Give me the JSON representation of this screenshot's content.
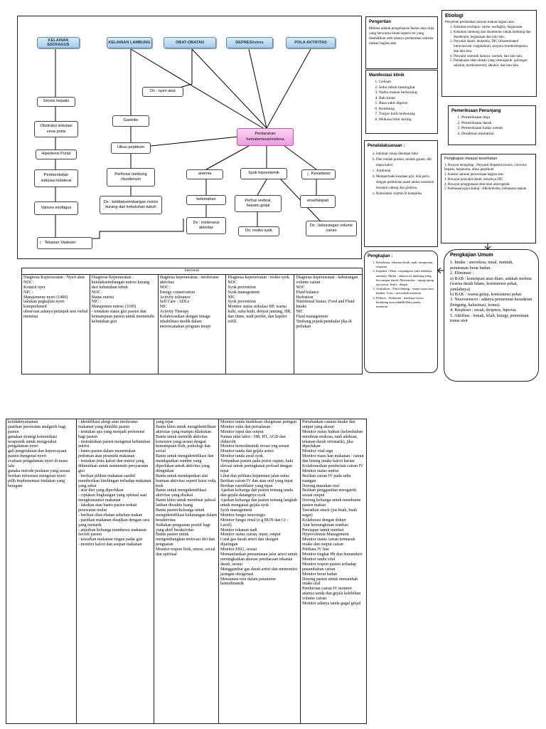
{
  "causes": [
    "KELAINAN ESOFAGUS",
    "KELAINAN LAMBUNG",
    "OBAT-OBATAN",
    "DEPRESI/stres",
    "POLA AKTIFITAS"
  ],
  "nodes": {
    "sirosis": "Sirosis hepatis",
    "obstruksi": "Obstruksi sirkulasi vena porta",
    "hipertensi": "Hipertensi Portal",
    "pembentukan": "Pembentukan sirkulasi kolateral",
    "varises": "Varises esofagus",
    "tekanan": "Tekanan Vaskuler",
    "dx_nyeri": "Dx : nyeri akut",
    "gastritis": "Gastritis",
    "ulkus": "Ulkus peptikum",
    "perforasi": "Perforasi lambung /duodenum",
    "dx_nutrisi": "Dx : ketidakseimbangan nutrisi kurang dari kebutuhan tubuh",
    "perdarahan": "Perdarahan hematemesis/melena",
    "anemia": "anemia",
    "syok": "Syok hipovelemik",
    "kesadaran": "Kesadaran",
    "kelemahan": "kelemahan",
    "perfusi": "Perfusi srebral, hepatic,ginjal",
    "ensefalopati": "ensefalopati",
    "dx_intoleransi": "Dx : intoleransi aktivitas",
    "dx_syok": "Dx; resiko syok",
    "dx_cairan": "Dx ; kekurangan volume cairan"
  },
  "pengertian": {
    "title": "Pengertian",
    "text": "Melena adalah pengeluaran faeses atau tinja yang berwarna hitam seperti ter yang disebabkan oleh adanya perdarahan saluran makan bagian atas"
  },
  "etiologi": {
    "title": "Etiologi",
    "intro": "Penyebab perdarahan saluran makan bagian atas :",
    "items": [
      "Kelainan esofagus: varise, esofagitis, keganasan.",
      "Kelainan lambung dan duodenum: tukak lambung dan duodenum, keganasan dan lain-lain.",
      "Penyakit darah: leukemia, DIC (disseminated intravascular coagulation), purpura trombositopenia dan lain-lain.",
      "Penyakit sistemik lainnya: uremik, dan lain-lain.",
      "Pemakaian obat-obatan yang ulserogenik: golongan salisilat, kortikosteroid, alkohol, dan lain-lain."
    ]
  },
  "manifestasi": {
    "title": "Manifestasi klinik",
    "items": [
      "Gelisah",
      "Suhu tubuh meningkat",
      "Nafsu makan berkurang",
      "Bab hitam",
      "Rasa sakit diperut",
      "Kembung",
      "Turgor kulit berkurang",
      "Mukosa bibir kering"
    ]
  },
  "penunjang": {
    "title": "Pemeriksaan Penunjang",
    "items": [
      "Pemeriksaan tinja",
      "Pemeriksaan darah",
      "Pemeriksaan kadar ureum",
      "Duodenal intubation"
    ]
  },
  "penatalaksanaan": {
    "title": "Penatalaksanaan :",
    "items": [
      "Istirahat cukup ditempat tidur",
      "Diet rendah protein, rendah garam, diit tanpa kalori",
      "Antibiotik",
      "Memperbaiki keadaan gizi, bila perlu dengan pemberian asam amino essensial berantai cabang dan glukosa.",
      "Roborantia vitamin B kompleks"
    ]
  },
  "riwayat": {
    "title": "Pengkajian riwayat kesehatan",
    "items": [
      "1. Rwayat mengidap : Penyakit Hepatitis kronis, cirrochis hepatis, hepatoma, ulkus peptikum",
      "2. Kanker saluran pencernaan bagian atas",
      "3. Riwayat penyakit darah, misalnya DIC",
      "4. Riwayat penggunaan obat-obat ulserogenik",
      "5. Kebiasaan/gaya hidup : Alkoholisme, kebiasaan makan"
    ]
  },
  "pengkajian": {
    "title": "Pengkajian :",
    "items": [
      "Kesadaran, tekanan darah, nadi, temperatur, respirasi",
      "Inspeksi : Mata: conjungtiva (ada tidaknya anemia), Mulut : adanya isi lambung yang bercampur darah, Ekstremitas : ujung-ujung jari pucat, Kulit : dingin",
      "Auskultasi : Paru Jantung : irama cepat atau lambat. Usus : peristaltik menurun",
      "Perkusi : Abdomen : tenderjar sonor, kembung atau tidakRefleks patela : menurun"
    ]
  },
  "pengkajian_umum": {
    "title": "Pengkajian Umum",
    "items": [
      "1. Intake : anoreksia, mual, muntah, penurunan berat badan.",
      "2. Eliminasi :",
      "a) BAB : konstipasi atau diare, adakah melena (warna darah hitam, konsistensi pekat, jumlahnya)",
      "b) BAK : warna gelap, konsistensi pekat",
      "3. Neurosensori : adanya penurunan kesadaran (bingung, halusinasi, koma).",
      "4. Respirasi : sesak, dyspnoe, hipoxia",
      "5. Aktifitas : lemah, lelah, letargi, penurunan tonus otot"
    ]
  },
  "table_title": "Intervensi",
  "table_top": [
    "Diagnosa Keperawatan : Nyeri akut\nNOC :\n   Kontrol nyer\nNIC :\n   Manajemene nyeri (1400)\n   lakukan pegkajian nyeri komprehensif\n   observasi adanya petunjuk non verbal menenai",
    "Diagnosa Keperawatan : ketidakseimbangan nutrisi kurang dari kebutuhan tubuh\nNOC :\nStatus nutrisi\nNIC :\nManajemen nutrisi (1100)\n- tentukan status gizi pasien dan kemampuan pasien untuk memenuhi kebutuhan gizi",
    "diagnosa keperawatan : intoleransi aktivitas\nNOC :\n   Energy conservation\n   Activity tolerance\n   Self Care : ADLs\nNIC\nActivity Therapy\n   Kolaborasikan dengan tenaga rehabilitasi medik dalam merencanakan program terapi",
    "Diagnosa keperawatan : resiko syok\nNOC\n Syok prevention\n Syok management\nNIC\nSyok prevention\n Monitor status sirkulasi BP, warna kulit, suhu kulit, denyut jantung, HR, dan ritme, nadi perifer, dan kapiler refill.",
    "Diagnosa keperawatan : kekurangan volume cairan\nNOC\n Fluid balance\n Hydration\n Nutritional Status: Food and Fluid\n Intake\nNIC\nFluid management\n Timbang popok/pembalut jika di perlukan"
  ],
  "table_bottom": [
    "ketidaknyamanan\n   pastikan perawatan analgetik bagi pasien\n   gunakan strategi komunikasi terapeutik untuk mengetahui pengalaman nyeri\n   gali pengetahuan dan kepercayaan pasien mengenai nyeri\n   evaluasi pengalaman nyeri di masa lalu\n   gunaka metode pealaian yang sesuai\n   berikan informasi mengenai nyeri\n   pilih implementasi tindakan yang beragam",
    "- identifikasi alergi atau intoleransi makanan yang dimiliki pasien\n- tentukan apa yang menjadi preferensi bagi pasien\n- instruksikan pasien mengenai kebutuhan nutrisi\n- bantu pasien dalam menentukan pedoman atau piramida makanan\n- tentukan jenis kalori dan nutrisi yang dibutuhkan untuk memenuhi persyaratan gizi\n- berikan pilihan makanan sambil memberikan bimbingan terhadap makanan yang sehat\n- atur diet yang diperlukan\n- ciptakan lingkungan yang optimal saat mengkonsumsi makanan\n- lakukan atau bantu pasien terkait perawatan mulut\n- berikan obat-obatan sebelum makan\n- pastikan makanan disajikan dengan cara yang menarik\n- anjurkan keluarga membawa makanan favorit pasien\n- tawarkan makanan ringan padat gizi\n- monitor kalori dan asupan makanan",
    "yang tepat\n Bantu klien untuk mengidentifikasi aktivitas yang mampu dilakukan\n Bantu untuk memilih aktivitas konsisten yang sesuai dengan kemampuan fisik, psikologi dan social\n Bantu untuk mengidentifikasi dan mendapatkan sumber yang diperlukan untuk aktivitas yang diinginkan\n Bantu untuk mendapatkan alat bantuan aktivitas seperti kursi roda, krek\n Bantu untuk mengidentifikasi aktivitas yang disukai\n Bantu klien untuk membuat jadwal latihan diwaktu luang\n Bantu pasien/keluarga untuk mengidentifikasi kekurangan dalam beraktivitas\n Sediakan penguatan positif bagi yang aktif beraktivitas\n Bantu pasien untuk mengembangkan motivasi diri dan penguatan\n Monitor respon fisik, emosi, social dan spiritual",
    "Monitor tanda inadekuat oksigenasi jaringan\n Monitor suhu dan pernafasan\n Monitor input dan output\n Pantau nilai labor : HB, HT, AGD dan elektrolit\n Monitor hemodinamik invasi yng sesuai\n Monitor tanda dan gejala asites\n Monitor tanda awal syok\n Tempatkan pasien pada posisi supine, kaki elevasi untuk peningkatan preload dengan tepat\n Lihat dan pelihara kepatenan jalan nafas\n Berikan cairan IV dan atau oral yang tepat\n Berikan vasodilator yang tepat\n Ajarkan keluarga dan pasien tentang tanda dan gejala datangnya syok\n Ajarkan keluarga dan pasien tentang langkah untuk mengatasi gejala syok\nSyok management\n Monitor fungsi neurotogis\n Monitor fungsi renal (e.g BUN dan Cr : Lavel)\n Monitor tekanan nadi\n Monitor status cairan, input, output\n Catat gas darah arteri dan oksigen\n dijaringan\n Monitor EKG, sesuai\n Memanfaatkan pemantauan jalur arteri untuk meningkatkan akurasi pembacaan tekanan darah, sesuai\n Menggambar gas darah arteri dan memonitor jaringan oksigenasi\n Memantau tren dalam parameter hemodinamik",
    "Pertahankan catatan intake dan output yang akurat\n Monitor status hidrasi (kelembaban membran mukosa, nadi adekuat, tekanan darah ortostatik), jika diperlukan\n Monitor vital sign\n Monitor masu kan makanan / cairan dan hitung intake kalori harian\n Kolaborasikan pemberian cairan IV\n Monitor status nutrisi\n Berikan cairan IV pada suhu ruangan\n Dorong masukan oral\n Berikan penggantian nesogatrik sesuai output\n Dorong keluarga untuk membantu pasien makan\n Tawarkan snack (jus buah, buah segar)\n Kolaborasi dengan dokter\n Atur kemungkinan tranfusi\n Persiapan untuk tranfusi\nHypovolemia Management\n Monitor status cairan termasuk intake dan output cairan\n Pelihara IV line\n Monitor tingkat Hb dan hematokrit\n Monitor tanda vital\n Monitor respon pasien terhadap penambahan cairan\n Monitor berat badan\n Dorong pasien untuk menambah intake oral\n Pemberian cairan IV monitor adanya tanda dan gejala kelebihan volume cairan\n Monitor adanya tanda gagal ginjal"
  ]
}
